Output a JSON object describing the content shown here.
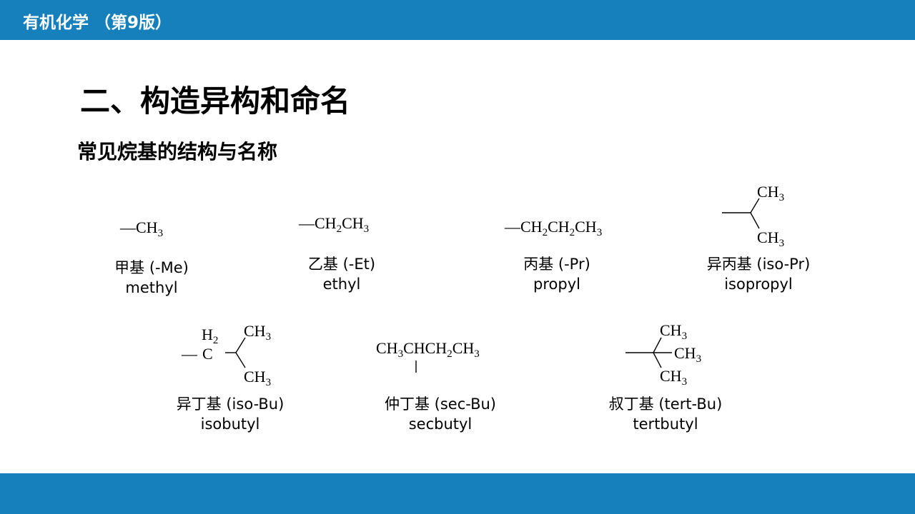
{
  "header": {
    "title": "有机化学 （第9版）"
  },
  "slide": {
    "heading": "二、构造异构和命名",
    "subheading": "常见烷基的结构与名称"
  },
  "groups": [
    {
      "cn": "甲基 (-Me)",
      "en": "methyl"
    },
    {
      "cn": "乙基 (-Et)",
      "en": "ethyl"
    },
    {
      "cn": "丙基 (-Pr)",
      "en": "propyl"
    },
    {
      "cn": "异丙基 (iso-Pr)",
      "en": "isopropyl"
    },
    {
      "cn": "异丁基 (iso-Bu)",
      "en": "isobutyl"
    },
    {
      "cn": "仲丁基 (sec-Bu)",
      "en": "secbutyl"
    },
    {
      "cn": "叔丁基 (tert-Bu)",
      "en": "tertbutyl"
    }
  ],
  "formula_text": {
    "methyl": {
      "prefix": "—",
      "ch": "CH",
      "n3": "3"
    },
    "ethyl": {
      "prefix": "—",
      "ch1": "CH",
      "n2": "2",
      "ch2": "CH",
      "n3": "3"
    },
    "propyl": {
      "prefix": "—",
      "ch1": "CH",
      "n2a": "2",
      "ch2": "CH",
      "n2b": "2",
      "ch3": "CH",
      "n3": "3"
    },
    "sec": {
      "a": "CH",
      "n3a": "3",
      "b": "CHCH",
      "n2": "2",
      "c": "CH",
      "n3b": "3"
    },
    "ch3": {
      "ch": "CH",
      "n3": "3"
    },
    "h2": {
      "h": "H",
      "n2": "2"
    },
    "c": "C",
    "dash": "—"
  }
}
